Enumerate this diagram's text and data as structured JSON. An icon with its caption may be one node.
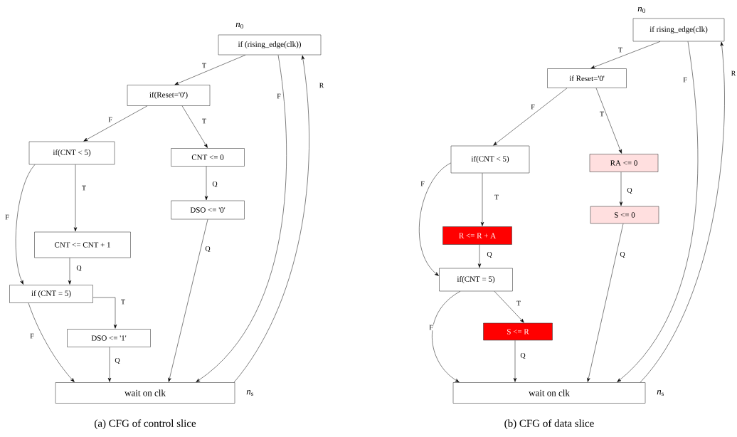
{
  "diagram": {
    "nodes": [
      {
        "text": [
          "if (rising_edge(clk))"
        ],
        "beside": [
          "*n*$_{0}$"
        ]
      },
      {
        "text": [
          "if(Reset='0')"
        ]
      },
      {
        "text": [
          "if(CNT < 5)"
        ]
      },
      {
        "text": [
          "CNT <= 0"
        ]
      },
      {
        "text": [
          "DSO <= '0'"
        ]
      },
      {
        "text": [
          "CNT <= CNT + 1"
        ]
      },
      {
        "text": [
          "if (CNT = 5)"
        ]
      },
      {
        "text": [
          "DSO <= '1'"
        ]
      },
      {
        "text": [
          "wait on clk"
        ],
        "beside": [
          "*n*$_{s}$"
        ]
      },
      {
        "text": [
          "if rising_edge(clk)"
        ],
        "beside": [
          "*n*$_{0}$"
        ]
      },
      {
        "text": [
          "if Reset='0'"
        ]
      },
      {
        "text": [
          "if(CNT < 5)"
        ]
      },
      {
        "text": [
          "RA <= 0"
        ]
      },
      {
        "text": [
          "S <= 0"
        ]
      },
      {
        "text": [
          "R <= R + A"
        ]
      },
      {
        "text": [
          "if(CNT = 5)"
        ]
      },
      {
        "text": [
          "S <= R"
        ]
      },
      {
        "text": [
          "wait on clk"
        ],
        "beside": [
          "*n*$_{s}$"
        ]
      }
    ],
    "edges": [
      {
        "from": 0,
        "to": 1,
        "arrow": "to",
        "label": "T"
      },
      {
        "from": 1,
        "to": 2,
        "arrow": "to",
        "label": "F"
      },
      {
        "from": 1,
        "to": 3,
        "arrow": "to",
        "label": "T"
      },
      {
        "from": 3,
        "to": 4,
        "arrow": "to",
        "label": "Q"
      },
      {
        "from": 2,
        "to": 5,
        "arrow": "to",
        "label": "T"
      },
      {
        "from": 2,
        "to": 6,
        "arrow": "to",
        "label": "F"
      },
      {
        "from": 5,
        "to": 6,
        "arrow": "to",
        "label": "Q"
      },
      {
        "from": 6,
        "to": 7,
        "arrow": "to",
        "label": "T"
      },
      {
        "from": 6,
        "to": 8,
        "arrow": "to",
        "label": "F"
      },
      {
        "from": 7,
        "to": 8,
        "arrow": "to",
        "label": "Q"
      },
      {
        "from": 4,
        "to": 8,
        "arrow": "to",
        "label": "Q"
      },
      {
        "from": 0,
        "to": 8,
        "arrow": "to",
        "label": "F"
      },
      {
        "from": 8,
        "to": 0,
        "arrow": "to",
        "label": "R"
      },
      {
        "from": 9,
        "to": 10,
        "arrow": "to",
        "label": "T"
      },
      {
        "from": 10,
        "to": 11,
        "arrow": "to",
        "label": "F"
      },
      {
        "from": 10,
        "to": 12,
        "arrow": "to",
        "label": "T"
      },
      {
        "from": 12,
        "to": 13,
        "arrow": "to",
        "label": "Q"
      },
      {
        "from": 11,
        "to": 14,
        "arrow": "to",
        "label": "T"
      },
      {
        "from": 11,
        "to": 15,
        "arrow": "to",
        "label": "F"
      },
      {
        "from": 14,
        "to": 15,
        "arrow": "to",
        "label": "Q"
      },
      {
        "from": 15,
        "to": 16,
        "arrow": "to",
        "label": "T"
      },
      {
        "from": 15,
        "to": 17,
        "arrow": "to",
        "label": "F"
      },
      {
        "from": 16,
        "to": 17,
        "arrow": "to",
        "label": "Q"
      },
      {
        "from": 13,
        "to": 17,
        "arrow": "to",
        "label": "Q"
      },
      {
        "from": 9,
        "to": 17,
        "arrow": "to",
        "label": "F"
      },
      {
        "from": 17,
        "to": 9,
        "arrow": "to",
        "label": "R"
      }
    ],
    "labels": [
      "(a) CFG of control slice",
      "(b) CFG of data slice"
    ]
  }
}
